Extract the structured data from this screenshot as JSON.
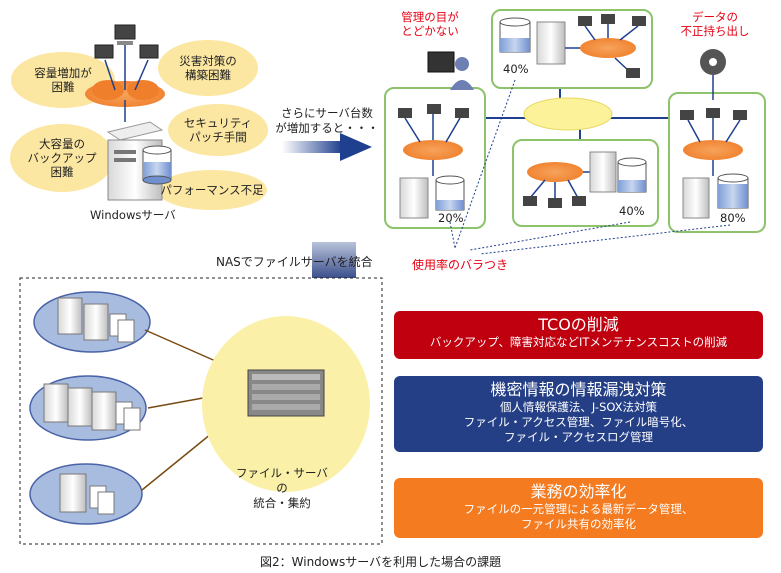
{
  "top_left": {
    "issues": [
      "容量増加が\n困難",
      "災害対策の\n構築困難",
      "セキュリティ\nパッチ手間",
      "大容量の\nバックアップ\n困難",
      "パフォーマンス不足"
    ],
    "server_label": "Windowsサーバ"
  },
  "middle_arrow_label": "さらにサーバ台数\nが増加すると・・・",
  "top_right": {
    "unmanaged_label": "管理の目が\nとどかない",
    "data_leak_label": "データの\n不正持ち出し",
    "usage": [
      "40%",
      "20%",
      "40%",
      "80%"
    ],
    "usage_variance_label": "使用率のバラつき"
  },
  "consolidation_label": "NASでファイルサーバを統合",
  "bottom_left": {
    "nas_label": "ファイル・サーバの\n統合・集約"
  },
  "benefits": [
    {
      "title": "TCOの削減",
      "body": "バックアップ、障害対応などITメンテナンスコストの削減",
      "color": "#c0000f"
    },
    {
      "title": "機密情報の情報漏洩対策",
      "body": "個人情報保護法、J-SOX法対策\nファイル・アクセス管理、ファイル暗号化、\nファイル・アクセスログ管理",
      "color": "#243f86"
    },
    {
      "title": "業務の効率化",
      "body": "ファイルの一元管理による最新データ管理、\nファイル共有の効率化",
      "color": "#f47b20"
    }
  ],
  "caption": "図2：Windowsサーバを利用した場合の課題"
}
